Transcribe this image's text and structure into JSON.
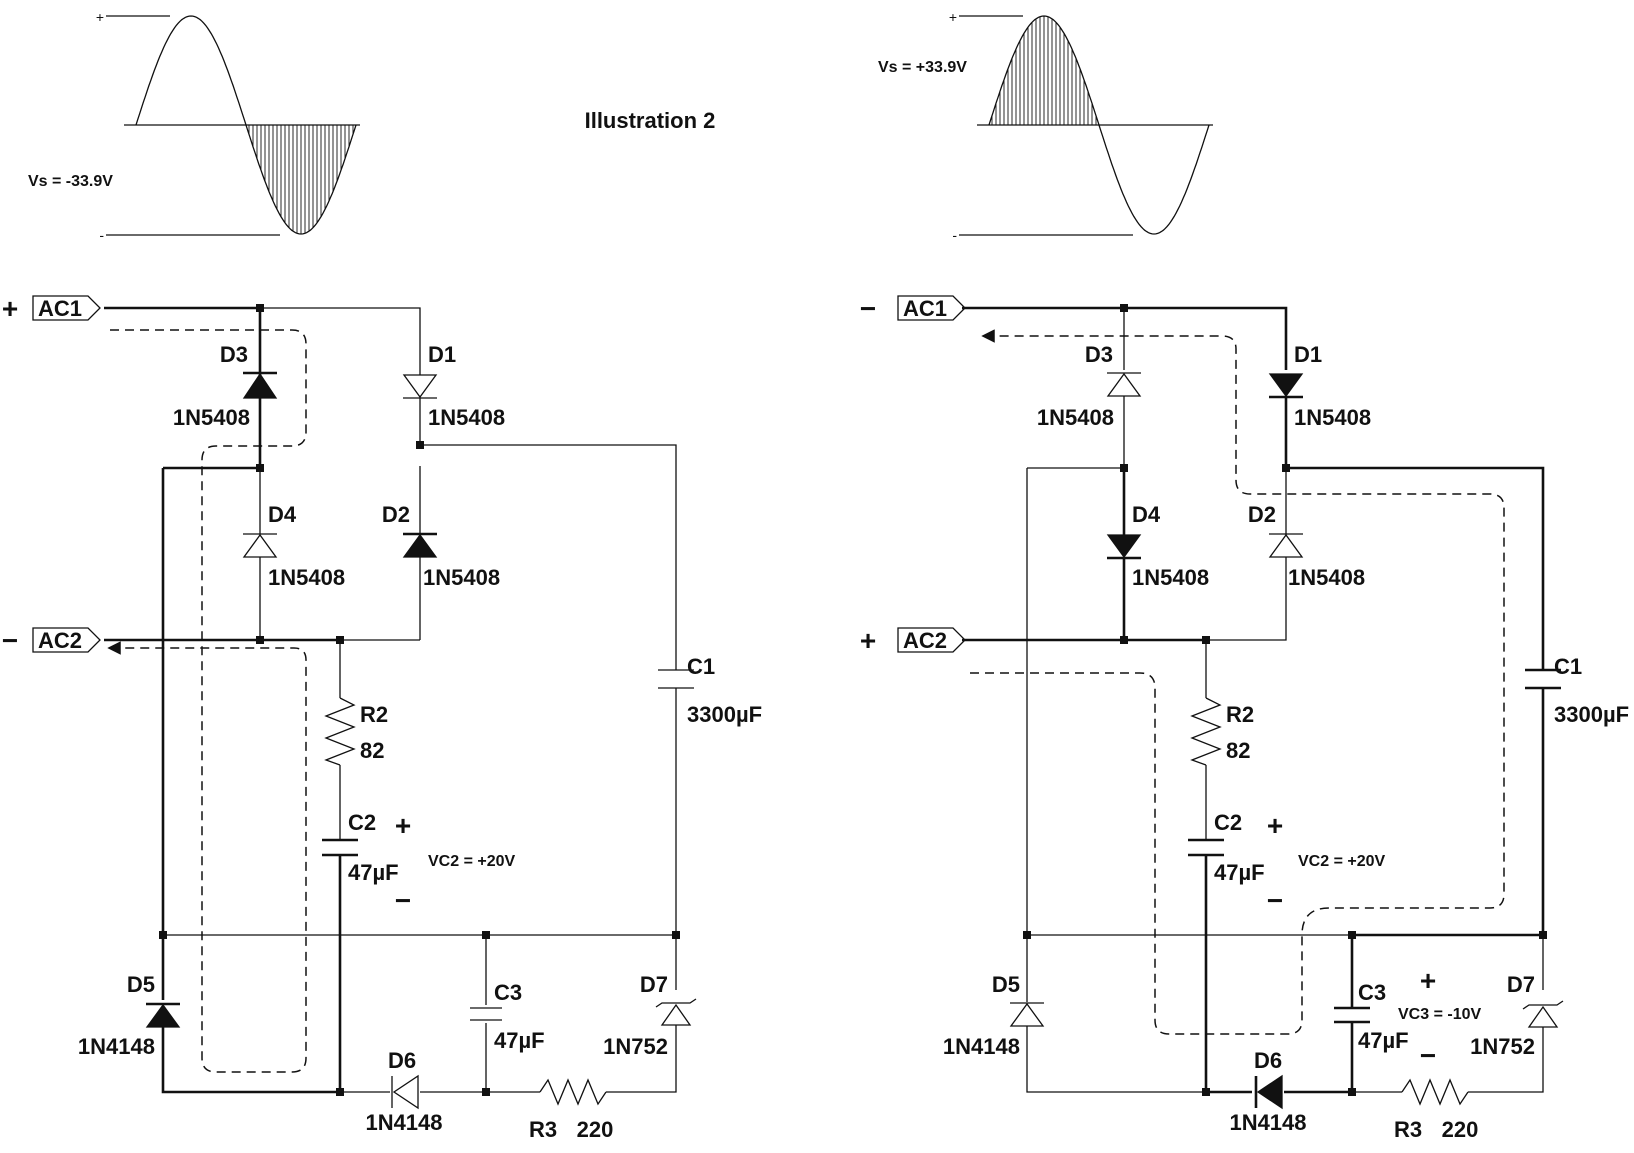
{
  "title": "Illustration 2",
  "waveforms": [
    {
      "id": "left",
      "vs_label": "Vs = -33.9V",
      "plus": "+",
      "minus": "-",
      "shaded_half": "negative"
    },
    {
      "id": "right",
      "vs_label": "Vs = +33.9V",
      "plus": "+",
      "minus": "-",
      "shaded_half": "positive"
    }
  ],
  "circuits": [
    {
      "id": "left",
      "ports": {
        "ac1": "AC1",
        "ac2": "AC2",
        "ac1_polarity": "+",
        "ac2_polarity": "−"
      },
      "components": {
        "d1": {
          "name": "D1",
          "part": "1N5408",
          "conducting": false
        },
        "d2": {
          "name": "D2",
          "part": "1N5408",
          "conducting": true
        },
        "d3": {
          "name": "D3",
          "part": "1N5408",
          "conducting": true
        },
        "d4": {
          "name": "D4",
          "part": "1N5408",
          "conducting": false
        },
        "d5": {
          "name": "D5",
          "part": "1N4148",
          "conducting": true
        },
        "d6": {
          "name": "D6",
          "part": "1N4148",
          "conducting": false
        },
        "d7": {
          "name": "D7",
          "part": "1N752"
        },
        "r2": {
          "name": "R2",
          "value": "82"
        },
        "r3": {
          "name": "R3",
          "value": "220"
        },
        "c1": {
          "name": "C1",
          "value": "3300µF"
        },
        "c2": {
          "name": "C2",
          "value": "47µF",
          "plus": "+",
          "minus": "−",
          "voltage": "VC2 = +20V"
        },
        "c3": {
          "name": "C3",
          "value": "47µF"
        }
      }
    },
    {
      "id": "right",
      "ports": {
        "ac1": "AC1",
        "ac2": "AC2",
        "ac1_polarity": "−",
        "ac2_polarity": "+"
      },
      "components": {
        "d1": {
          "name": "D1",
          "part": "1N5408",
          "conducting": true
        },
        "d2": {
          "name": "D2",
          "part": "1N5408",
          "conducting": false
        },
        "d3": {
          "name": "D3",
          "part": "1N5408",
          "conducting": false
        },
        "d4": {
          "name": "D4",
          "part": "1N5408",
          "conducting": true
        },
        "d5": {
          "name": "D5",
          "part": "1N4148",
          "conducting": false
        },
        "d6": {
          "name": "D6",
          "part": "1N4148",
          "conducting": true
        },
        "d7": {
          "name": "D7",
          "part": "1N752"
        },
        "r2": {
          "name": "R2",
          "value": "82"
        },
        "r3": {
          "name": "R3",
          "value": "220"
        },
        "c1": {
          "name": "C1",
          "value": "3300µF"
        },
        "c2": {
          "name": "C2",
          "value": "47µF",
          "plus": "+",
          "minus": "−",
          "voltage": "VC2 = +20V"
        },
        "c3": {
          "name": "C3",
          "value": "47µF",
          "plus": "+",
          "minus": "−",
          "voltage": "VC3 = -10V"
        }
      }
    }
  ]
}
